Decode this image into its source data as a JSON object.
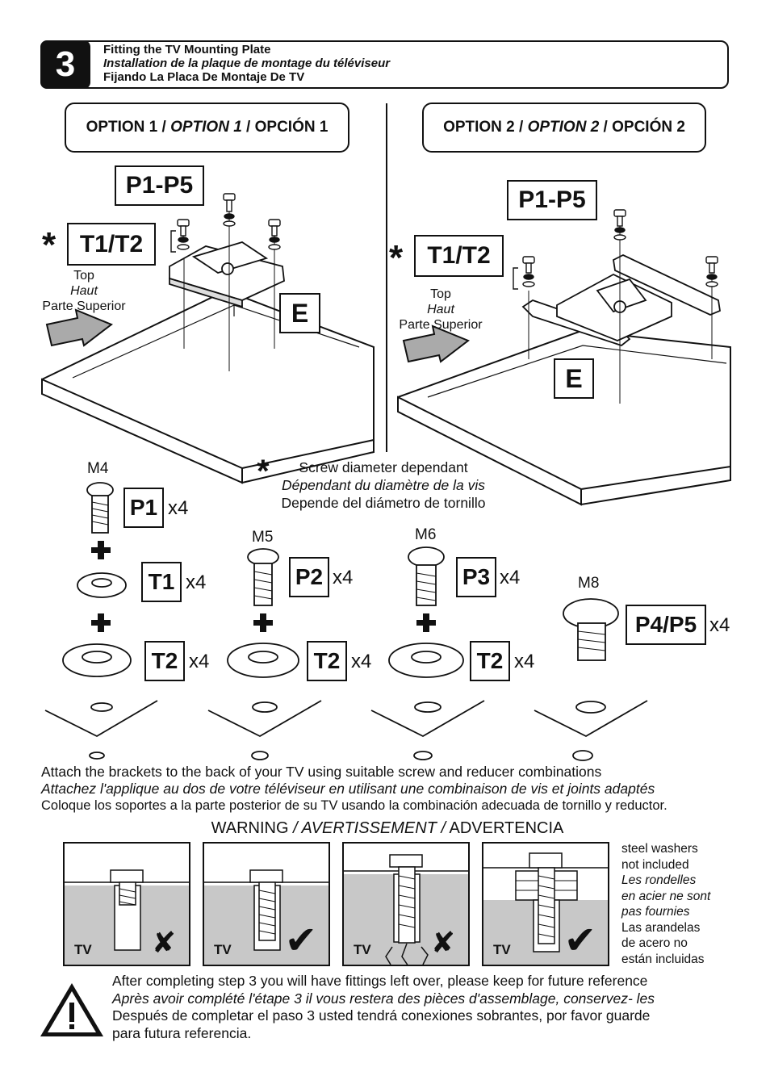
{
  "step": {
    "number": "3",
    "title_en": "Fitting the TV Mounting Plate",
    "title_fr": "Installation de la plaque de montage du téléviseur",
    "title_es": "Fijando La Placa De Montaje De TV"
  },
  "option1": {
    "en": "OPTION 1 / ",
    "fr": "OPTION 1",
    "es": " / OPCIÓN 1"
  },
  "option2": {
    "en": "OPTION 2 / ",
    "fr": "OPTION 2",
    "es": " / OPCIÓN 2"
  },
  "labels": {
    "p_range": "P1-P5",
    "t_range": "T1/T2",
    "e": "E",
    "asterisk": "*"
  },
  "top_label": {
    "en": "Top",
    "fr": "Haut",
    "es": "Parte Superior"
  },
  "screw_note": {
    "en": "Screw diameter dependant",
    "fr": "Dépendant du diamètre de la vis",
    "es": "Depende del diámetro de  tornillo"
  },
  "fittings": [
    {
      "size": "M4",
      "screw": "P1",
      "washer": "T1",
      "spacer": "T2",
      "qty": "x4"
    },
    {
      "size": "M5",
      "screw": "P2",
      "spacer": "T2",
      "qty": "x4"
    },
    {
      "size": "M6",
      "screw": "P3",
      "spacer": "T2",
      "qty": "x4"
    },
    {
      "size": "M8",
      "screw": "P4/P5",
      "qty": "x4"
    }
  ],
  "attach": {
    "en": "Attach the brackets to the back of your TV using suitable screw and reducer combinations",
    "fr": "Attachez l'applique au dos de votre téléviseur en utilisant une combinaison de vis et joints adaptés",
    "es": "Coloque los soportes a la parte posterior de su TV usando la combinación adecuada de tornillo y reductor."
  },
  "warning": {
    "en": "WARNING ",
    "fr": "/ AVERTISSEMENT /",
    "es": " ADVERTENCIA"
  },
  "panels": [
    {
      "tv": "TV",
      "result": "wrong"
    },
    {
      "tv": "TV",
      "result": "correct"
    },
    {
      "tv": "TV",
      "result": "wrong"
    },
    {
      "tv": "TV",
      "result": "correct"
    }
  ],
  "washer_note": {
    "en1": "steel washers",
    "en2": "not included",
    "fr1": "Les rondelles",
    "fr2": "en acier ne sont",
    "fr3": "pas fournies",
    "es1": "Las arandelas",
    "es2": "de acero no",
    "es3": "están incluidas"
  },
  "footer": {
    "en": "After completing step 3 you will have fittings left over, please keep for future reference",
    "fr": "Après avoir complété l'étape 3 il vous restera des pièces d'assemblage, conservez- les",
    "es1": "Después de completar el paso 3 usted tendrá conexiones sobrantes, por favor guarde",
    "es2": "para futura referencia."
  },
  "icons": [
    "caution-triangle-icon",
    "check-icon",
    "cross-icon",
    "plus-icon",
    "arrow-icon"
  ]
}
